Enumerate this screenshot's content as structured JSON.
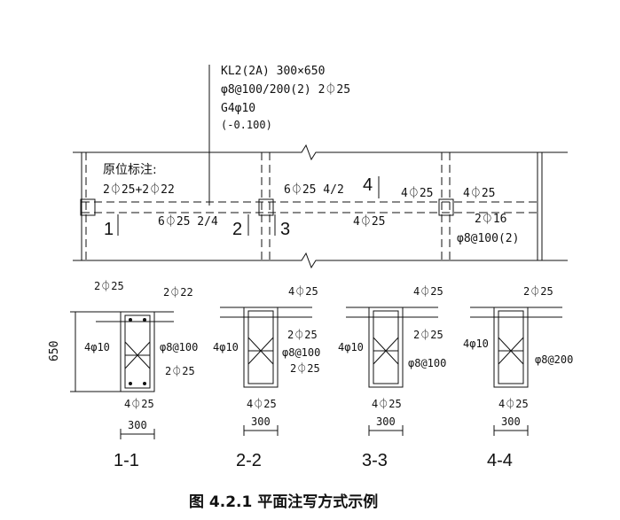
{
  "leader": {
    "lines": [
      "KL2(2A) 300×650",
      "φ8@100/200(2) 2⏀25",
      "G4φ10",
      "(-0.100)"
    ]
  },
  "plan": {
    "in_situ_title": "原位标注:",
    "in_situ_left_top": "2⏀25+2⏀22",
    "mid_left_bottom": "6⏀25 2/4",
    "mid_right_top": "6⏀25 4/2",
    "mid_right_bottom": "4⏀25",
    "right_top_left": "4⏀25",
    "right_top_right": "4⏀25",
    "right_bottom_1": "2⏀16",
    "right_bottom_2": "φ8@100(2)",
    "cut_1": "1",
    "cut_2": "2",
    "cut_3": "3",
    "cut_4": "4"
  },
  "sections": [
    {
      "name": "1-1",
      "top_label": "2⏀25",
      "top_right_label": "2⏀22",
      "side_label": "4φ10",
      "stirrup_label": "φ8@100",
      "bottom_label": "2⏀25",
      "bottom_label_2": "4⏀25",
      "width_label": "300",
      "height_label": "650"
    },
    {
      "name": "2-2",
      "top_label": "4⏀25",
      "top_right_label": "2⏀25",
      "side_label": "4φ10",
      "stirrup_label": "φ8@100",
      "bottom_label": "2⏀25",
      "bottom_label_2": "4⏀25",
      "width_label": "300"
    },
    {
      "name": "3-3",
      "top_label": "4⏀25",
      "top_right_label": "2⏀25",
      "side_label": "4φ10",
      "stirrup_label": "φ8@100",
      "bottom_label_2": "4⏀25",
      "width_label": "300"
    },
    {
      "name": "4-4",
      "top_label": "2⏀25",
      "side_label": "4φ10",
      "stirrup_label": "φ8@200",
      "bottom_label_2": "4⏀25",
      "width_label": "300"
    }
  ],
  "caption": "图 4.2.1   平面注写方式示例"
}
